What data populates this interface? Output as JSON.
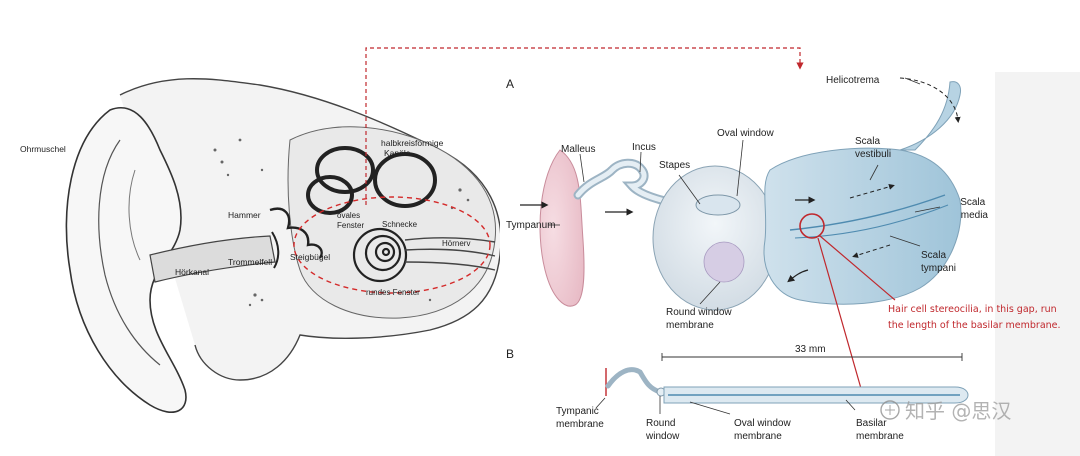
{
  "left": {
    "labels": {
      "pinna": "Ohrmuschel",
      "semicircular": "halbkreisförmige\nKanäle",
      "oval_window": "ovales\nFenster",
      "hammer": "Hammer",
      "cochlea": "Schnecke",
      "eardrum": "Trommelfell",
      "stapes": "Steigbügel",
      "auditory_nerve": "Hörnerv",
      "ear_canal": "Hörkanal",
      "round_window": "rundes Fenster"
    }
  },
  "right": {
    "panel_a": "A",
    "panel_b": "B",
    "labels": {
      "helicotrema": "Helicotrema",
      "malleus": "Malleus",
      "incus": "Incus",
      "oval_window": "Oval window",
      "stapes": "Stapes",
      "scala_vestibuli": "Scala\nvestibuli",
      "tympanum": "Tympanum",
      "scala_media": "Scala\nmedia",
      "scala_tympani": "Scala\ntympani",
      "round_window_membrane": "Round window\nmembrane",
      "length": "33 mm",
      "tympanic_membrane": "Tympanic\nmembrane",
      "round_window": "Round\nwindow",
      "oval_window_membrane": "Oval window\nmembrane",
      "basilar_membrane": "Basilar\nmembrane"
    }
  },
  "annotation": {
    "text": "Hair cell stereocilia, in this gap, run\nthe length of the basilar membrane.",
    "color": "#c0282d"
  },
  "watermark": "知乎 @思汉"
}
